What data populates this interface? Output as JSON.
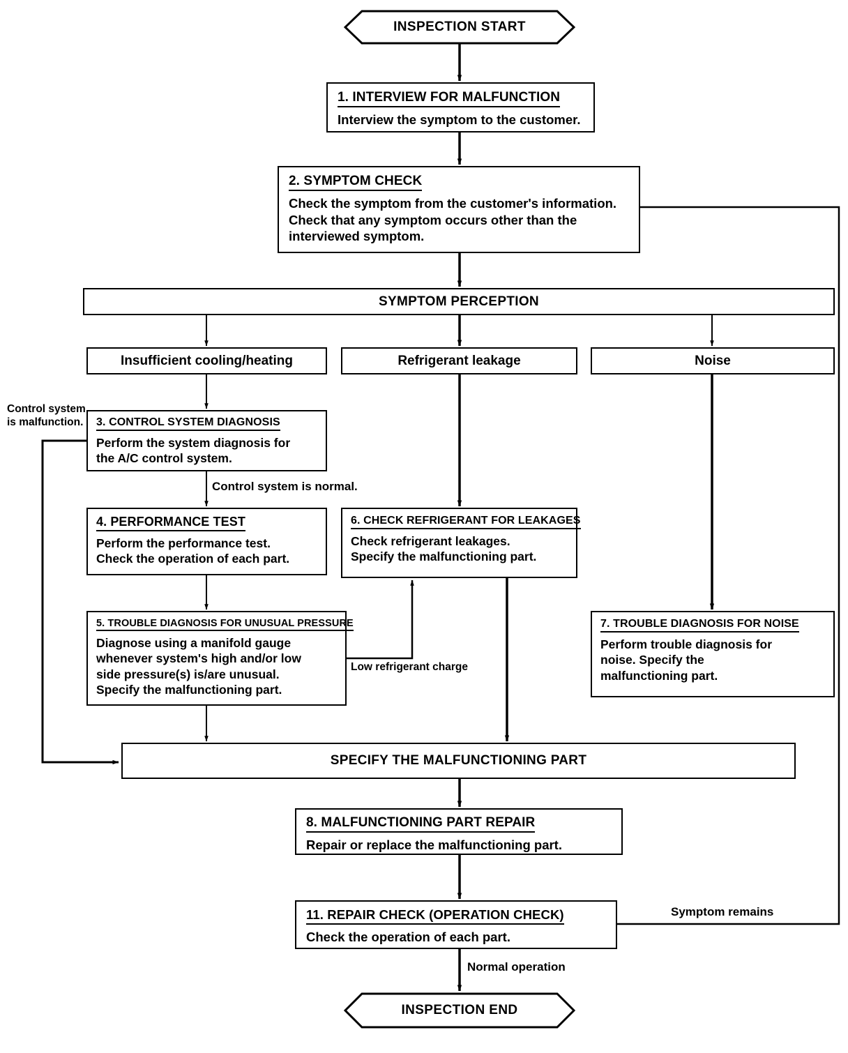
{
  "diagram": {
    "title": "A/C System Inspection Flowchart",
    "line_color": "#000000",
    "background_color": "#ffffff"
  },
  "terminators": {
    "start": "INSPECTION START",
    "end": "INSPECTION END"
  },
  "banners": {
    "symptom_perception": "SYMPTOM PERCEPTION",
    "specify_part": "SPECIFY THE MALFUNCTIONING PART"
  },
  "symptoms": [
    {
      "label": "Insufficient cooling/heating"
    },
    {
      "label": "Refrigerant leakage"
    },
    {
      "label": "Noise"
    }
  ],
  "steps": {
    "step1": {
      "title": "1. INTERVIEW FOR MALFUNCTION",
      "body": "Interview the symptom to the customer."
    },
    "step2": {
      "title": "2. SYMPTOM CHECK",
      "body": "Check the symptom from the customer's information.\nCheck that any symptom occurs other than the\ninterviewed symptom."
    },
    "step3": {
      "title": "3. CONTROL SYSTEM DIAGNOSIS",
      "body": "Perform the system diagnosis for\nthe A/C control system."
    },
    "step4": {
      "title": "4. PERFORMANCE TEST",
      "body": "Perform the performance test.\nCheck the operation of each part."
    },
    "step5": {
      "title": "5. TROUBLE DIAGNOSIS FOR UNUSUAL PRESSURE",
      "body": "Diagnose using a manifold gauge\nwhenever system's high and/or low\nside pressure(s) is/are unusual.\nSpecify the malfunctioning part."
    },
    "step6": {
      "title": "6. CHECK REFRIGERANT FOR LEAKAGES",
      "body": "Check refrigerant leakages.\nSpecify the malfunctioning part."
    },
    "step7": {
      "title": "7. TROUBLE DIAGNOSIS FOR NOISE",
      "body": "Perform trouble diagnosis for\nnoise. Specify the\nmalfunctioning part."
    },
    "step8": {
      "title": "8. MALFUNCTIONING PART REPAIR",
      "body": "Repair or replace the malfunctioning part."
    },
    "step11": {
      "title": "11. REPAIR CHECK (OPERATION CHECK)",
      "body": "Check the operation of each part."
    }
  },
  "edge_labels": {
    "control_malfunction": "Control system\nis malfunction.",
    "control_normal": "Control system is normal.",
    "low_refrigerant": "Low refrigerant charge",
    "symptom_remains": "Symptom remains",
    "normal_operation": "Normal operation"
  }
}
